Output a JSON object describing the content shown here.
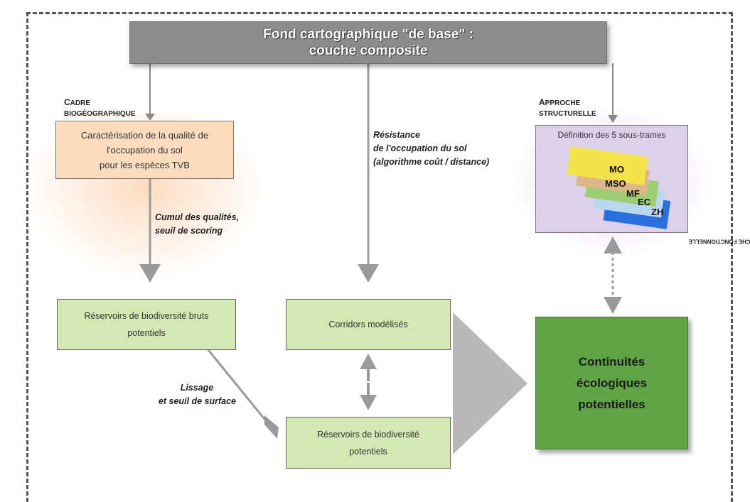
{
  "top_box": {
    "line1": "Fond cartographique \"de base\" :",
    "line2": "couche composite"
  },
  "cadre": {
    "line1_cap": "C",
    "line1_rest": "ADRE",
    "line2": "BIOGÉOGRAPHIQUE"
  },
  "approche_structurelle": {
    "line1_cap": "A",
    "line1_rest": "PPROCHE",
    "line2": "STRUCTURELLE"
  },
  "approche_fonctionnelle": {
    "cap": "A",
    "rest": "PPROCHE FONCTIONNELLE"
  },
  "orange_box": {
    "line1": "Caractérisation de la qualité de",
    "line2": "l'occupation du sol",
    "line3": "pour les espèces TVB"
  },
  "note_cumul": {
    "line1": "Cumul des qualités,",
    "line2": "seuil de scoring"
  },
  "note_resistance": {
    "line1": "Résistance",
    "line2": "de l'occupation du sol",
    "line3": "(algorithme coût / distance)"
  },
  "note_lissage": {
    "line1": "Lissage",
    "line2": "et seuil de surface"
  },
  "purple_box": {
    "title": "Définition des 5 sous-trames",
    "layers": [
      {
        "label": "MO",
        "color": "#f3e24a"
      },
      {
        "label": "MSO",
        "color": "#dcb889"
      },
      {
        "label": "MF",
        "color": "#9ccd74"
      },
      {
        "label": "EC",
        "color": "#b9d7ee"
      },
      {
        "label": "ZH",
        "color": "#2a6fdc"
      }
    ]
  },
  "box_reservoirs_bruts": {
    "line1": "Réservoirs de biodiversité bruts",
    "line2": "potentiels"
  },
  "box_corridors": {
    "line1": "Corridors modélisés"
  },
  "box_reservoirs": {
    "line1": "Réservoirs de biodiversité",
    "line2": "potentiels"
  },
  "result_box": {
    "line1": "Continuités",
    "line2": "écologiques",
    "line3": "potentielles"
  },
  "colors": {
    "arrow": "#9a9a9a",
    "light_green": "#d4e8b4",
    "dark_green": "#5fa545",
    "orange": "#fbdcbe",
    "purple": "#dcd0ea",
    "top_grey": "#8c8c8c"
  }
}
